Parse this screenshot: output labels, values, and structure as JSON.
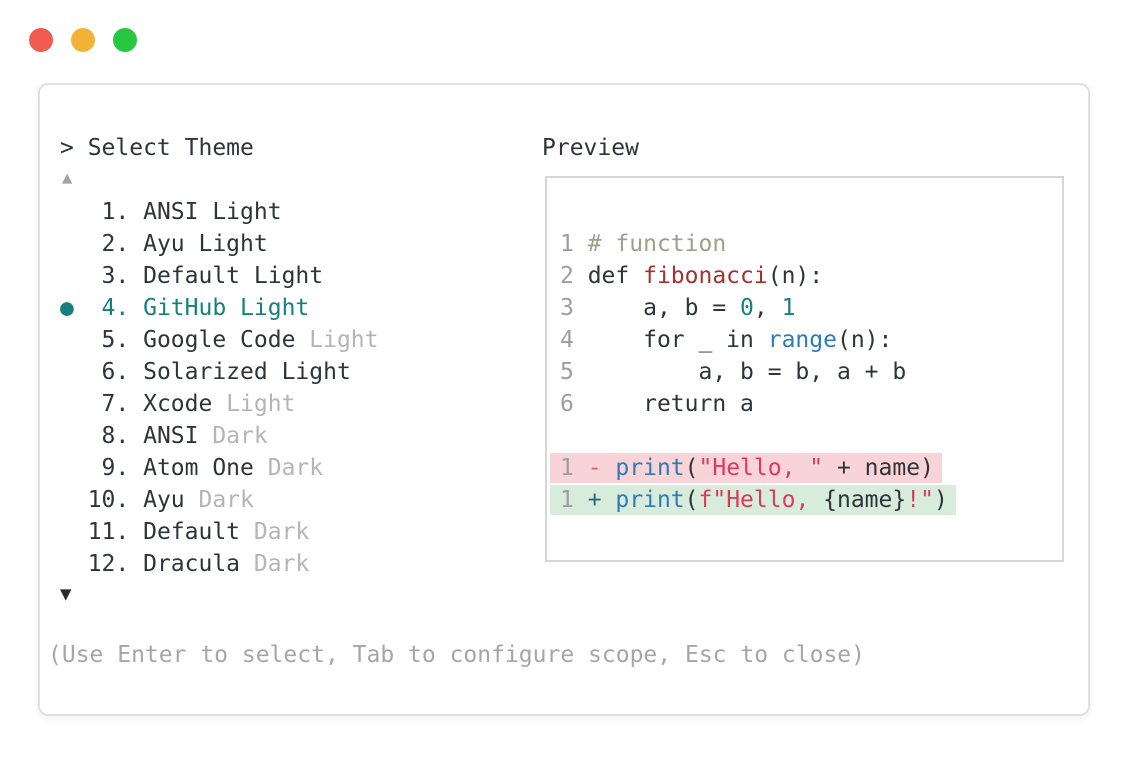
{
  "window": {
    "traffic_lights": [
      {
        "name": "close",
        "color": "#f05c51"
      },
      {
        "name": "minimize",
        "color": "#f0b335"
      },
      {
        "name": "zoom",
        "color": "#27c840"
      }
    ]
  },
  "panel": {
    "title": "> Select Theme",
    "scroll_up_icon": "▲",
    "scroll_down_icon": "▼",
    "footer_hint": "(Use Enter to select, Tab to configure scope, Esc to close)"
  },
  "theme_list": {
    "selected_bullet": "●",
    "items": [
      {
        "number": " 1.",
        "name": "ANSI Light",
        "muted": "",
        "selected": false
      },
      {
        "number": " 2.",
        "name": "Ayu Light",
        "muted": "",
        "selected": false
      },
      {
        "number": " 3.",
        "name": "Default Light",
        "muted": "",
        "selected": false
      },
      {
        "number": " 4.",
        "name": "GitHub Light",
        "muted": "",
        "selected": true
      },
      {
        "number": " 5.",
        "name": "Google Code",
        "muted": "Light",
        "selected": false
      },
      {
        "number": " 6.",
        "name": "Solarized Light",
        "muted": "",
        "selected": false
      },
      {
        "number": " 7.",
        "name": "Xcode",
        "muted": "Light",
        "selected": false
      },
      {
        "number": " 8.",
        "name": "ANSI",
        "muted": "Dark",
        "selected": false
      },
      {
        "number": " 9.",
        "name": "Atom One",
        "muted": "Dark",
        "selected": false
      },
      {
        "number": "10.",
        "name": "Ayu",
        "muted": "Dark",
        "selected": false
      },
      {
        "number": "11.",
        "name": "Default",
        "muted": "Dark",
        "selected": false
      },
      {
        "number": "12.",
        "name": "Dracula",
        "muted": "Dark",
        "selected": false
      }
    ]
  },
  "preview": {
    "title": "Preview",
    "code_lines": [
      {
        "num": "1",
        "tokens": [
          [
            "# function",
            "comment"
          ]
        ]
      },
      {
        "num": "2",
        "tokens": [
          [
            "def ",
            "fg"
          ],
          [
            "fibonacci",
            "func"
          ],
          [
            "(n):",
            "fg"
          ]
        ]
      },
      {
        "num": "3",
        "tokens": [
          [
            "    a, b = ",
            "fg"
          ],
          [
            "0",
            "number"
          ],
          [
            ", ",
            "fg"
          ],
          [
            "1",
            "number"
          ]
        ]
      },
      {
        "num": "4",
        "tokens": [
          [
            "    for _ in ",
            "fg"
          ],
          [
            "range",
            "builtin"
          ],
          [
            "(n):",
            "fg"
          ]
        ]
      },
      {
        "num": "5",
        "tokens": [
          [
            "        a, b = b, a + b",
            "fg"
          ]
        ]
      },
      {
        "num": "6",
        "tokens": [
          [
            "    return a",
            "fg"
          ]
        ]
      },
      {
        "spacer": true
      },
      {
        "num": "1",
        "diff": "removed",
        "tokens": [
          [
            "- ",
            "minus"
          ],
          [
            "print",
            "builtin"
          ],
          [
            "(",
            "fg"
          ],
          [
            "\"Hello, \"",
            "string"
          ],
          [
            " + name)",
            "fg"
          ]
        ]
      },
      {
        "num": "1",
        "diff": "added",
        "tokens": [
          [
            "+ ",
            "plus"
          ],
          [
            "print",
            "builtin"
          ],
          [
            "(",
            "fg"
          ],
          [
            "f\"Hello, ",
            "string"
          ],
          [
            "{name}",
            "fg"
          ],
          [
            "!\"",
            "string"
          ],
          [
            ")",
            "fg"
          ]
        ]
      }
    ]
  },
  "colors": {
    "foreground": "#2f343b",
    "muted_text": "#b5b5b5",
    "accent_teal": "#17807d",
    "line_number": "#9e9e9e",
    "footer_text": "#a6a6a6",
    "scroll_up": "#a3a3a3",
    "scroll_down": "#262b33",
    "syntax": {
      "fg": "#2f343b",
      "comment": "#9ca189",
      "func": "#a3332f",
      "builtin": "#2e7bb8",
      "number": "#19807d",
      "string": "#dd3a5e",
      "minus": "#e5606e",
      "plus": "#1d6b85"
    },
    "diff": {
      "removed_bg": "#f8d3d7",
      "added_bg": "#d8ecdc"
    }
  }
}
